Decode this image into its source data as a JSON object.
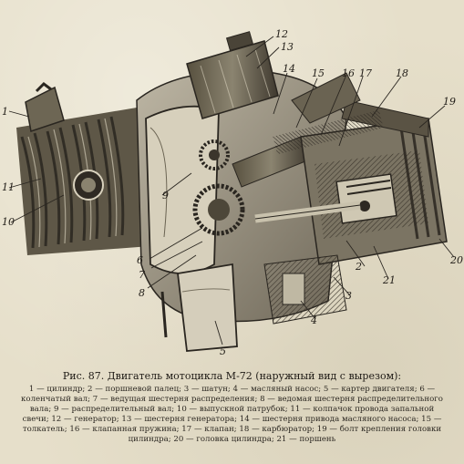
{
  "figure": {
    "callouts": [
      "1",
      "2",
      "3",
      "4",
      "5",
      "6",
      "7",
      "8",
      "9",
      "10",
      "11",
      "12",
      "13",
      "14",
      "15",
      "16",
      "17",
      "18",
      "19",
      "20",
      "21"
    ]
  },
  "caption": {
    "title": "Рис. 87. Двигатель мотоцикла М-72 (наружный вид с вырезом):",
    "lines": [
      "1 — цилиндр; 2 — поршневой палец; 3 — шатун; 4 — масляный насос; 5 — картер двигателя; 6 —",
      "коленчатый вал; 7 — ведущая шестерня распределения; 8 — ведомая шестерня распределительного",
      "вала; 9 — распределительный вал; 10 — выпускной патрубок; 11 — колпачок провода запальной",
      "свечи; 12 — генератор; 13 — шестерня генератора; 14 — шестерня привода масляного насоса; 15 —",
      "толкатель; 16 — клапанная пружина; 17 — клапан; 18 — карбюратор; 19 — болт крепления головки",
      "цилиндра; 20 — головка цилиндра; 21 — поршень"
    ]
  },
  "colors": {
    "paper": "#e6dfca",
    "ink": "#2a2620",
    "shadow": "#4a443a"
  }
}
